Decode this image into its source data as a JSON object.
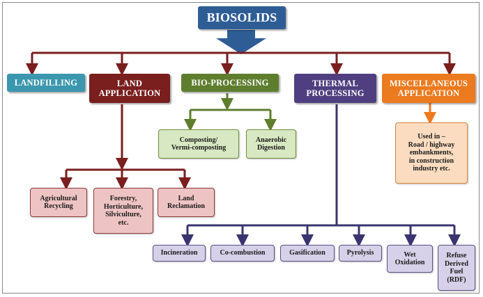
{
  "title": "BIOSOLIDS",
  "categories": {
    "landfilling": "LANDFILLING",
    "land_application": "LAND\nAPPLICATION",
    "bio_processing": "BIO-PROCESSING",
    "thermal_processing": "THERMAL\nPROCESSING",
    "misc_application": "MISCELLANEOUS\nAPPLICATION"
  },
  "bio_processing_items": [
    "Composting/\nVermi-composting",
    "Anaerobic\nDigestion"
  ],
  "land_application_items": [
    "Agricultural\nRecycling",
    "Forestry,\nHorticulture,\nSilviculture,\netc.",
    "Land\nReclamation"
  ],
  "thermal_processing_items": [
    "Incineration",
    "Co-combustion",
    "Gasification",
    "Pyrolysis",
    "Wet\nOxidation",
    "Refuse\nDerived\nFuel\n(RDF)"
  ],
  "misc_items": [
    "Used in –\nRoad / highway\nembankments,\nin construction\nindustry etc."
  ],
  "colors": {
    "title_blue": "#2e5d95",
    "landfilling": "#3b97ad",
    "land_application": "#7a1e1e",
    "bio_processing": "#5e7e2e",
    "thermal_processing": "#4f3f80",
    "misc_application": "#ec7a1e",
    "connector_main": "#7a1e1e",
    "connector_bio": "#5e7e2e",
    "connector_thermal": "#3a3470",
    "connector_misc": "#ec7a1e"
  }
}
